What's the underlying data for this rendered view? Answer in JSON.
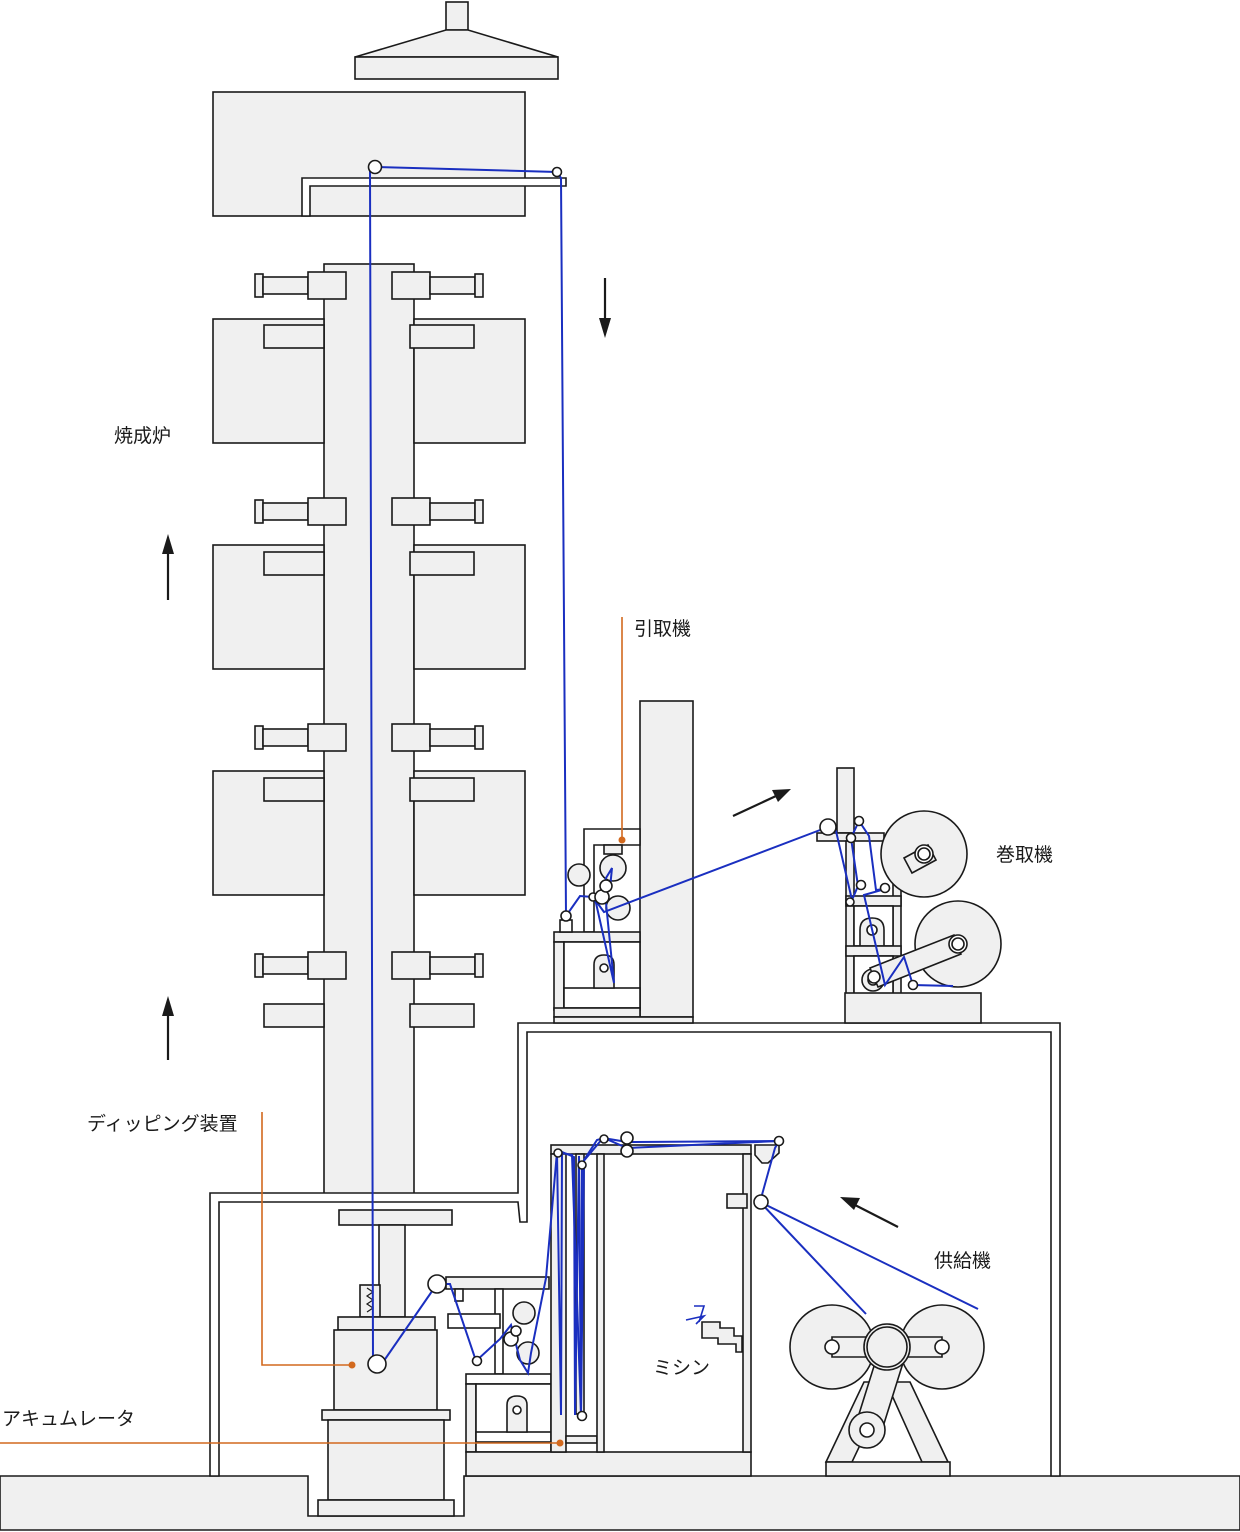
{
  "labels": {
    "furnace": "焼成炉",
    "puller": "引取機",
    "winder": "巻取機",
    "dipping": "ディッピング装置",
    "accumulator": "アキュムレータ",
    "feeder": "供給機",
    "sewing": "ミシン"
  },
  "colors": {
    "thread": "#1a2fc0",
    "leader": "#d2691e",
    "machine_fill": "#f0f0f0",
    "outline": "#1a1a1a"
  }
}
